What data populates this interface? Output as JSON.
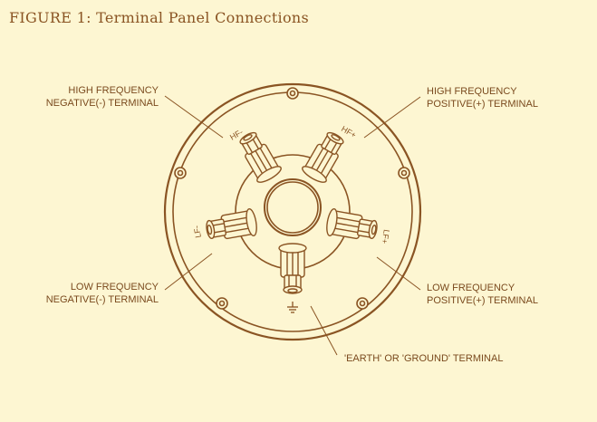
{
  "title": "FIGURE 1: Terminal Panel Connections",
  "labels": {
    "hf_neg": [
      "HIGH FREQUENCY",
      "NEGATIVE(-) TERMINAL"
    ],
    "hf_pos": [
      "HIGH FREQUENCY",
      "POSITIVE(+) TERMINAL"
    ],
    "lf_neg": [
      "LOW FREQUENCY",
      "NEGATIVE(-) TERMINAL"
    ],
    "lf_pos": [
      "LOW FREQUENCY",
      "POSITIVE(+) TERMINAL"
    ],
    "earth": "'EARTH' OR 'GROUND' TERMINAL"
  },
  "panel_marks": {
    "hf_minus": "HF-",
    "hf_plus": "HF+",
    "lf_minus": "LF-",
    "lf_plus": "LF+"
  },
  "colors": {
    "background": "#fdf6d2",
    "line": "#8a5423",
    "text": "#7a4a1e"
  }
}
